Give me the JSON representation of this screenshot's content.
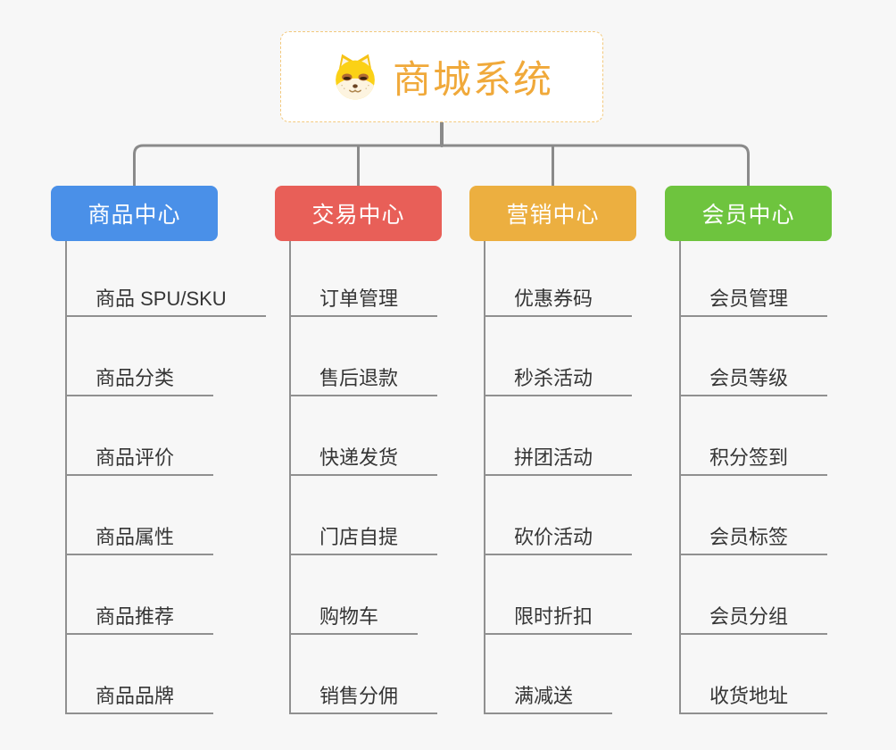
{
  "background_color": "#f7f7f7",
  "connector_color": "#8a8a8a",
  "leaf_line_color": "#909090",
  "root": {
    "label": "商城系统",
    "icon": "shiba-dog-icon",
    "text_color": "#f0a93a",
    "border_color": "#f3c97e"
  },
  "branches": [
    {
      "label": "商品中心",
      "color": "#4a90e8",
      "items": [
        "商品 SPU/SKU",
        "商品分类",
        "商品评价",
        "商品属性",
        "商品推荐",
        "商品品牌"
      ]
    },
    {
      "label": "交易中心",
      "color": "#e85f58",
      "items": [
        "订单管理",
        "售后退款",
        "快递发货",
        "门店自提",
        "购物车",
        "销售分佣"
      ]
    },
    {
      "label": "营销中心",
      "color": "#ecaf40",
      "items": [
        "优惠券码",
        "秒杀活动",
        "拼团活动",
        "砍价活动",
        "限时折扣",
        "满减送"
      ]
    },
    {
      "label": "会员中心",
      "color": "#6ec43e",
      "items": [
        "会员管理",
        "会员等级",
        "积分签到",
        "会员标签",
        "会员分组",
        "收货地址"
      ]
    }
  ]
}
